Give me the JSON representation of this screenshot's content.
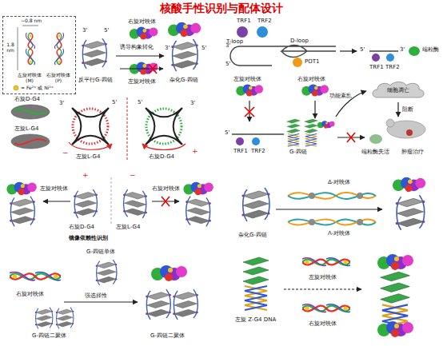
{
  "diagram": {
    "title": "核酸手性识别与配体设计",
    "nodes": [
      {
        "text": [
          "~0.8 nm",
          "1.8 nm",
          "左旋对映体 (M)",
          "右旋对映体 (P)",
          "= Fe²⁺ 或 Ni²⁺"
        ]
      },
      {
        "text": [
          "细胞凋亡"
        ]
      }
    ],
    "labels": [
      "3'",
      "5'",
      "反平行G-四链",
      "右旋对映体",
      "诱导构象转化",
      "左旋对映体",
      "3'",
      "5'",
      "杂化G-四链",
      "T-loop",
      "TRF1",
      "TRF2",
      "D-loop",
      "POT1",
      "5'",
      "3'",
      "5'",
      "3'",
      "TRF1",
      "TRF2",
      "端粒酶",
      "左旋对映体",
      "右旋对映体",
      "TRF1",
      "TRF2",
      "5'",
      "G-四链",
      "端粒酶失活",
      "功能紊乱",
      "阻断",
      "肿瘤治疗",
      "右旋D-G4",
      "左旋L-G4",
      "3'",
      "5'",
      "5'",
      "3'",
      "−",
      "+",
      "左旋L-G4",
      "右旋D-G4",
      "左旋对映体",
      "+",
      "−",
      "右旋对映体",
      "右旋D-G4",
      "左旋L-G4",
      "镜像依赖性识别",
      "杂化G-四链",
      "Δ-对映体",
      "Λ-对映体",
      "右旋对映体",
      "G-四链单体",
      "强选择性",
      "G-四链二聚体",
      "G-四链二聚体",
      "左旋 Z-G4 DNA",
      "左旋对映体",
      "右旋对映体"
    ]
  }
}
